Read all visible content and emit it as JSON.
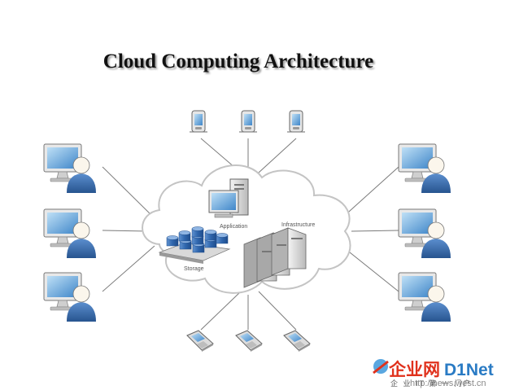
{
  "title": "Cloud Computing Architecture",
  "cloud": {
    "labels": {
      "application": "Application",
      "infrastructure": "Infrastructure",
      "storage": "Storage"
    }
  },
  "watermark": {
    "brand_cn": "企业网",
    "brand_en": "D1Net",
    "tagline_cn": "企 业 IT 第 一 门户",
    "url": "http://news.west.cn"
  },
  "colors": {
    "line": "#7a7a7a",
    "cloud_stroke": "#c4c4c4",
    "user_blue": "#3f6fae",
    "storage_blue": "#3a6fb5",
    "watermark_red": "#e0311c",
    "watermark_blue": "#2a7bc4"
  }
}
